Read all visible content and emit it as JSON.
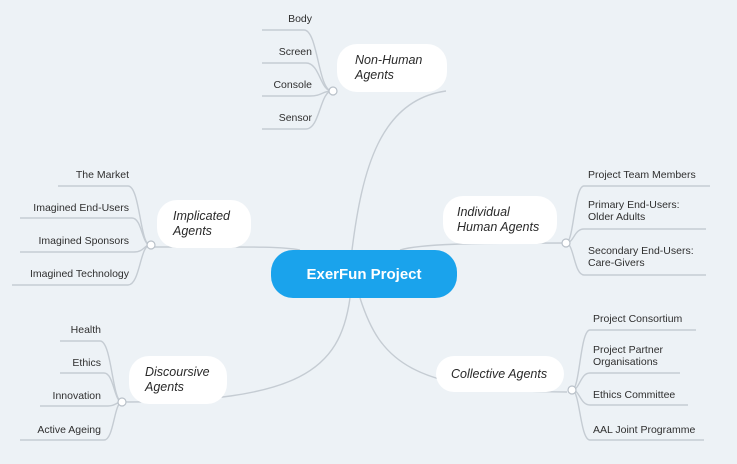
{
  "central": {
    "label": "ExerFun Project"
  },
  "branches": {
    "non_human": {
      "label_lines": [
        "Non-Human",
        "Agents"
      ],
      "items": [
        "Body",
        "Screen",
        "Console",
        "Sensor"
      ]
    },
    "implicated": {
      "label_lines": [
        "Implicated",
        "Agents"
      ],
      "items": [
        "The Market",
        "Imagined End-Users",
        "Imagined Sponsors",
        "Imagined Technology"
      ]
    },
    "discursive": {
      "label_lines": [
        "Discoursive",
        "Agents"
      ],
      "items": [
        "Health",
        "Ethics",
        "Innovation",
        "Active Ageing"
      ]
    },
    "individual": {
      "label_lines": [
        "Individual",
        "Human Agents"
      ],
      "items": [
        [
          "Project Team Members"
        ],
        [
          "Primary End-Users:",
          "Older Adults"
        ],
        [
          "Secondary End-Users:",
          "Care-Givers"
        ]
      ]
    },
    "collective": {
      "label_lines": [
        "Collective Agents"
      ],
      "items": [
        [
          "Project Consortium"
        ],
        [
          "Project Partner",
          "Organisations"
        ],
        [
          "Ethics Committee"
        ],
        [
          "AAL Joint Programme"
        ]
      ]
    }
  },
  "colors": {
    "background": "#edf2f6",
    "central_fill": "#1aa3ec",
    "connector": "#c5ccd3",
    "bubble_fill": "#ffffff"
  }
}
